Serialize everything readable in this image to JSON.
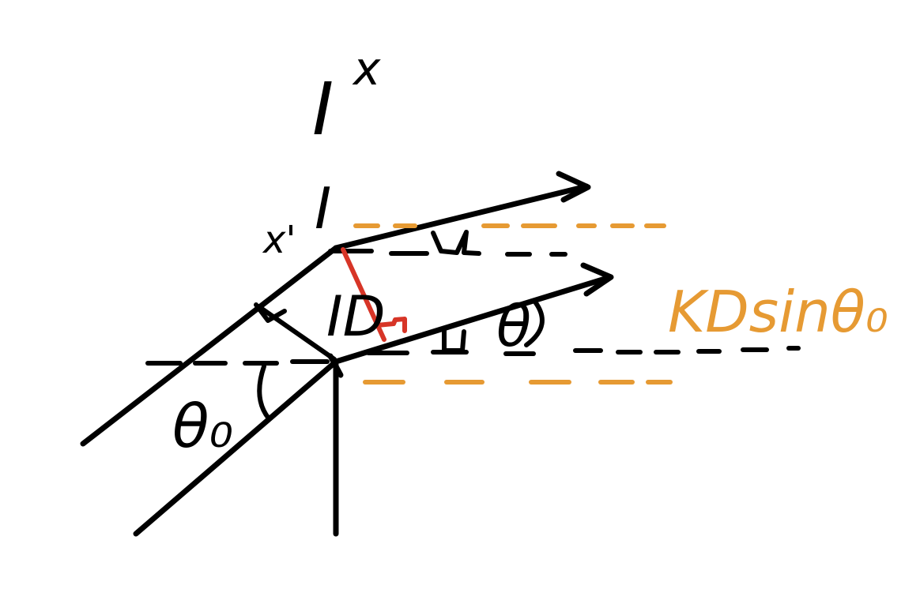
{
  "diagram": {
    "labels": {
      "top": "I",
      "top_superscript": "x",
      "upper_node": "I",
      "upper_node_prefix": "x'",
      "middle": "ID",
      "angle_lower_left": "θ₀",
      "angle_right": "θ",
      "path_difference": "KDsinθ₀"
    },
    "colors": {
      "ink": "#000000",
      "perpendicular": "#d73527",
      "highlight": "#e69a33"
    }
  }
}
